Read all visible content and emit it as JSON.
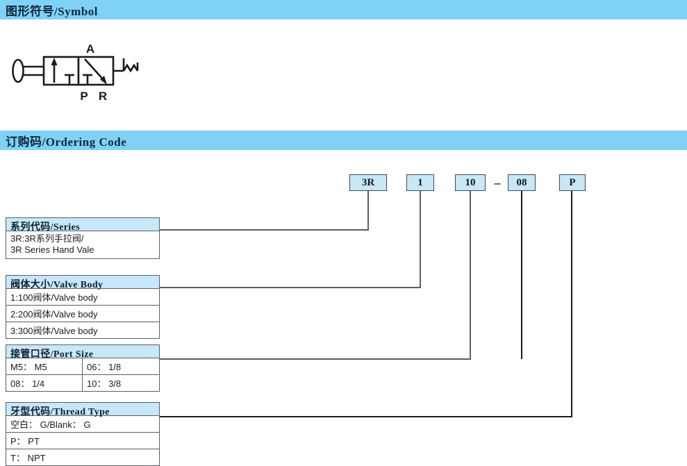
{
  "sections": {
    "symbol": {
      "title": "图形符号/Symbol"
    },
    "ordering": {
      "title": "订购码/Ordering Code"
    }
  },
  "symbol": {
    "port_a": "A",
    "port_p": "P",
    "port_r": "R",
    "actuator": "pull-knob-handle",
    "return": "spring-return"
  },
  "ordering_code": {
    "boxes": [
      {
        "name": "series",
        "value": "3R"
      },
      {
        "name": "valve-body",
        "value": "1"
      },
      {
        "name": "port-size",
        "value": "10"
      },
      {
        "name": "thread-type",
        "value": "08"
      },
      {
        "name": "suffix",
        "value": "P"
      }
    ],
    "dash": "–"
  },
  "tables": {
    "series": {
      "header": "系列代码/Series",
      "rows": [
        "3R:3R系列手拉阀/\n3R Series Hand Vale"
      ]
    },
    "valve_body": {
      "header": "阀体大小/Valve Body",
      "rows": [
        "1:100阀体/Valve body",
        "2:200阀体/Valve body",
        "3:300阀体/Valve body"
      ]
    },
    "port_size": {
      "header": "接管口径/Port Size",
      "rows": [
        {
          "left": "M5： M5",
          "right": "06： 1/8"
        },
        {
          "left": "08： 1/4",
          "right": "10： 3/8"
        }
      ]
    },
    "thread_type": {
      "header": "牙型代码/Thread Type",
      "rows": [
        "空白： G/Blank： G",
        "P： PT",
        "T： NPT"
      ]
    }
  },
  "colors": {
    "section_bar": "#7fd2f5",
    "table_header": "#c8e7f9",
    "code_box": "#c8e7f9",
    "line": "#555f68"
  }
}
